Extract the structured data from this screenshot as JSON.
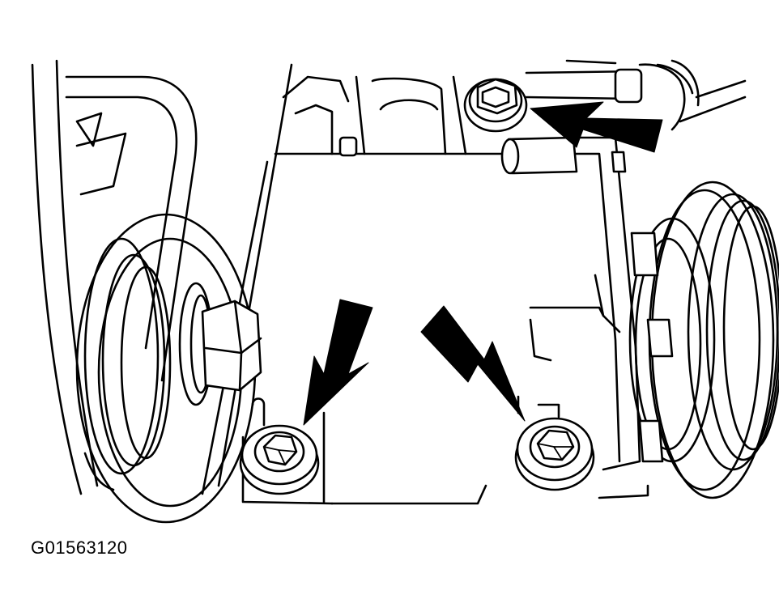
{
  "figure": {
    "code": "G01563120"
  },
  "callouts": [
    {
      "id": "upper-right-bolt",
      "icon": "arrow-icon"
    },
    {
      "id": "lower-left-bolt",
      "icon": "arrow-icon"
    },
    {
      "id": "lower-right-bolt",
      "icon": "arrow-icon"
    }
  ],
  "colors": {
    "ink": "#000000",
    "paper": "#ffffff"
  }
}
